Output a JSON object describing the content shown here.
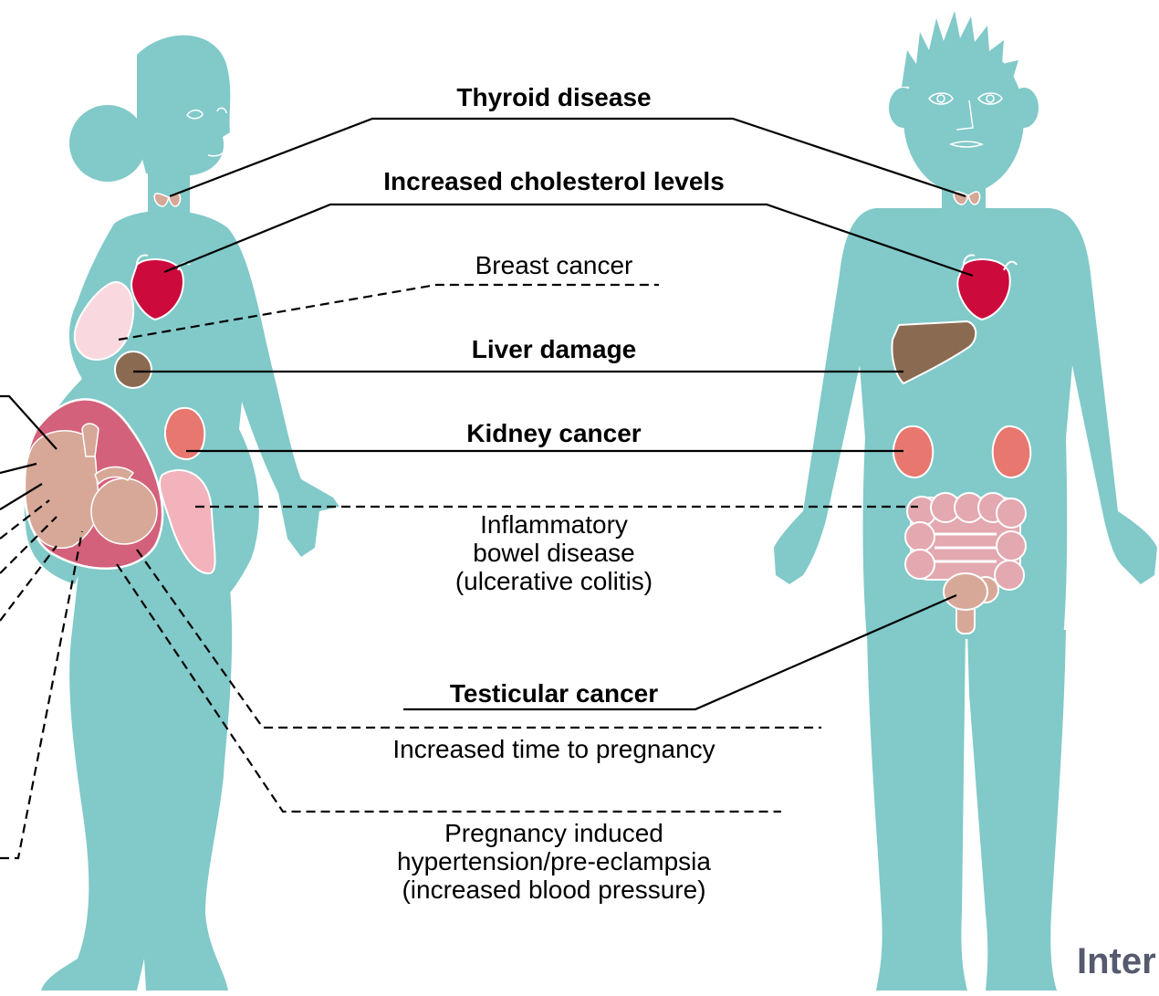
{
  "colors": {
    "body": "#82c9c9",
    "heart": "#cc0a3c",
    "liver": "#8a6a50",
    "kidney": "#e8776f",
    "intestine": "#e3a8b0",
    "breast": "#f9d9df",
    "uterus": "#d4617b",
    "fetus": "#d7a898",
    "thyroid": "#d7a898"
  },
  "labels": {
    "thyroid": "Thyroid disease",
    "cholesterol": "Increased cholesterol levels",
    "breast": "Breast cancer",
    "liver": "Liver damage",
    "kidney": "Kidney cancer",
    "ibd_line1": "Inflammatory",
    "ibd_line2": "bowel disease",
    "ibd_line3": "(ulcerative colitis)",
    "testicular": "Testicular cancer",
    "time_to_pregnancy": "Increased time to pregnancy",
    "preg_line1": "Pregnancy induced",
    "preg_line2": "hypertension/pre-eclampsia",
    "preg_line3": "(increased blood pressure)"
  },
  "watermark": "Inter"
}
